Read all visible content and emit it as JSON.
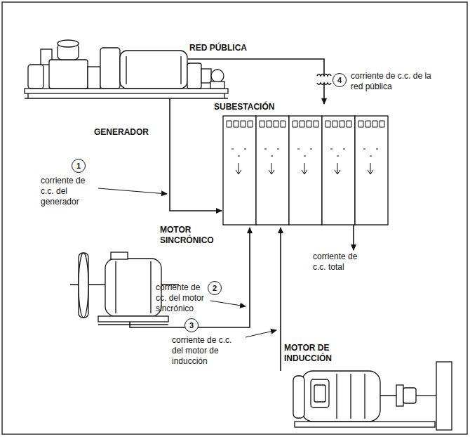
{
  "diagram": {
    "nodes": [
      {
        "text": [
          "4"
        ]
      },
      {
        "text": [
          "1"
        ]
      },
      {
        "text": [
          "2"
        ]
      },
      {
        "text": [
          "3"
        ]
      }
    ],
    "labels": [
      "RED PÚBLICA",
      "corriente de c.c. de la red pública",
      "GENERADOR",
      "SUBESTACIÓN",
      "corriente de c.c. del generador",
      "MOTOR SINCRÓNICO",
      "corriente de c.c. total",
      "corriente de cc. del motor sincrónico",
      "corriente de c.c. del motor de inducción",
      "MOTOR DE INDUCCIÓN"
    ]
  }
}
